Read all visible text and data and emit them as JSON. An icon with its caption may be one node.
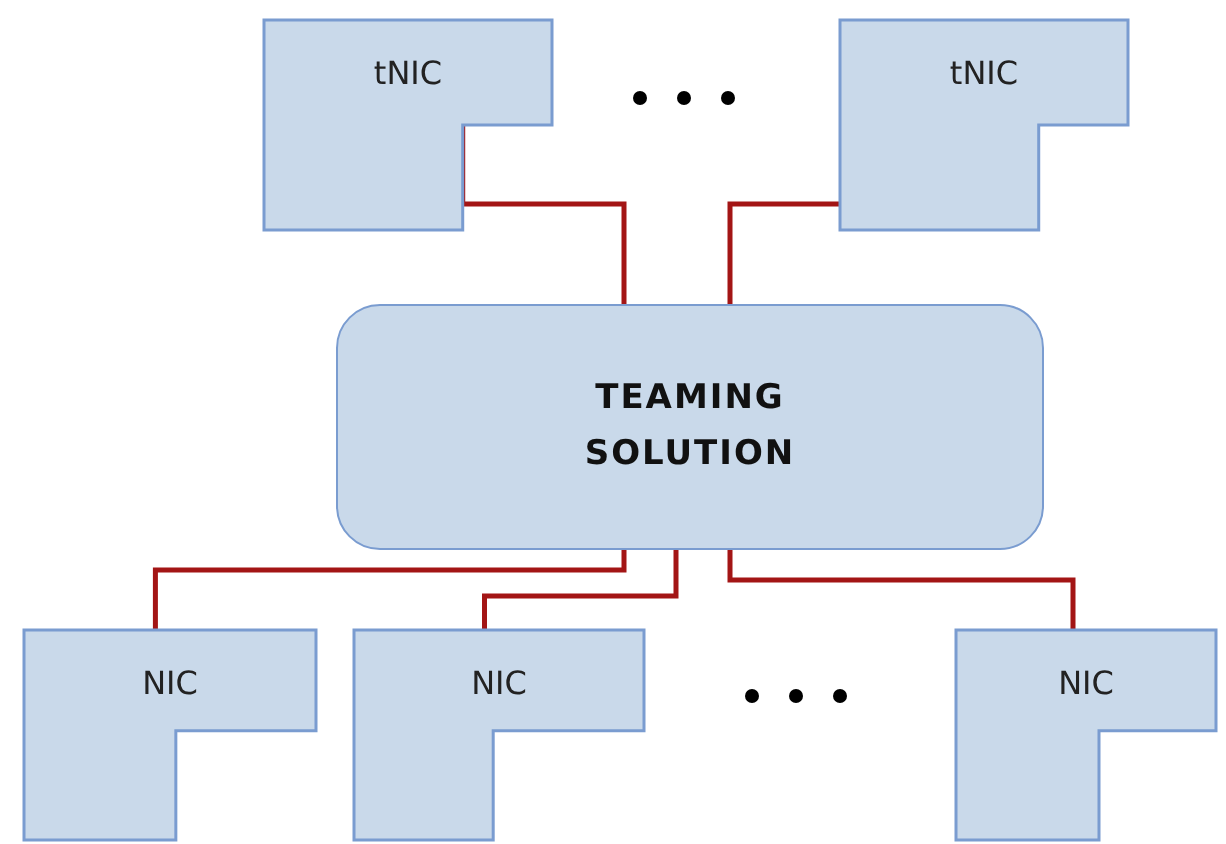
{
  "diagram": {
    "nodes": [
      {
        "text": [
          "tNIC"
        ]
      },
      {
        "text": [
          "tNIC"
        ]
      },
      {
        "text": [
          "TEAMING SOLUTION"
        ]
      },
      {
        "text": [
          "NIC"
        ]
      },
      {
        "text": [
          "NIC"
        ]
      },
      {
        "text": [
          "NIC"
        ]
      }
    ],
    "edges": [
      {
        "from": 0,
        "to": 2,
        "arrow": "none"
      },
      {
        "from": 1,
        "to": 2,
        "arrow": "none"
      },
      {
        "from": 2,
        "to": 3,
        "arrow": "none"
      },
      {
        "from": 2,
        "to": 4,
        "arrow": "none"
      },
      {
        "from": 2,
        "to": 5,
        "arrow": "none"
      }
    ]
  }
}
